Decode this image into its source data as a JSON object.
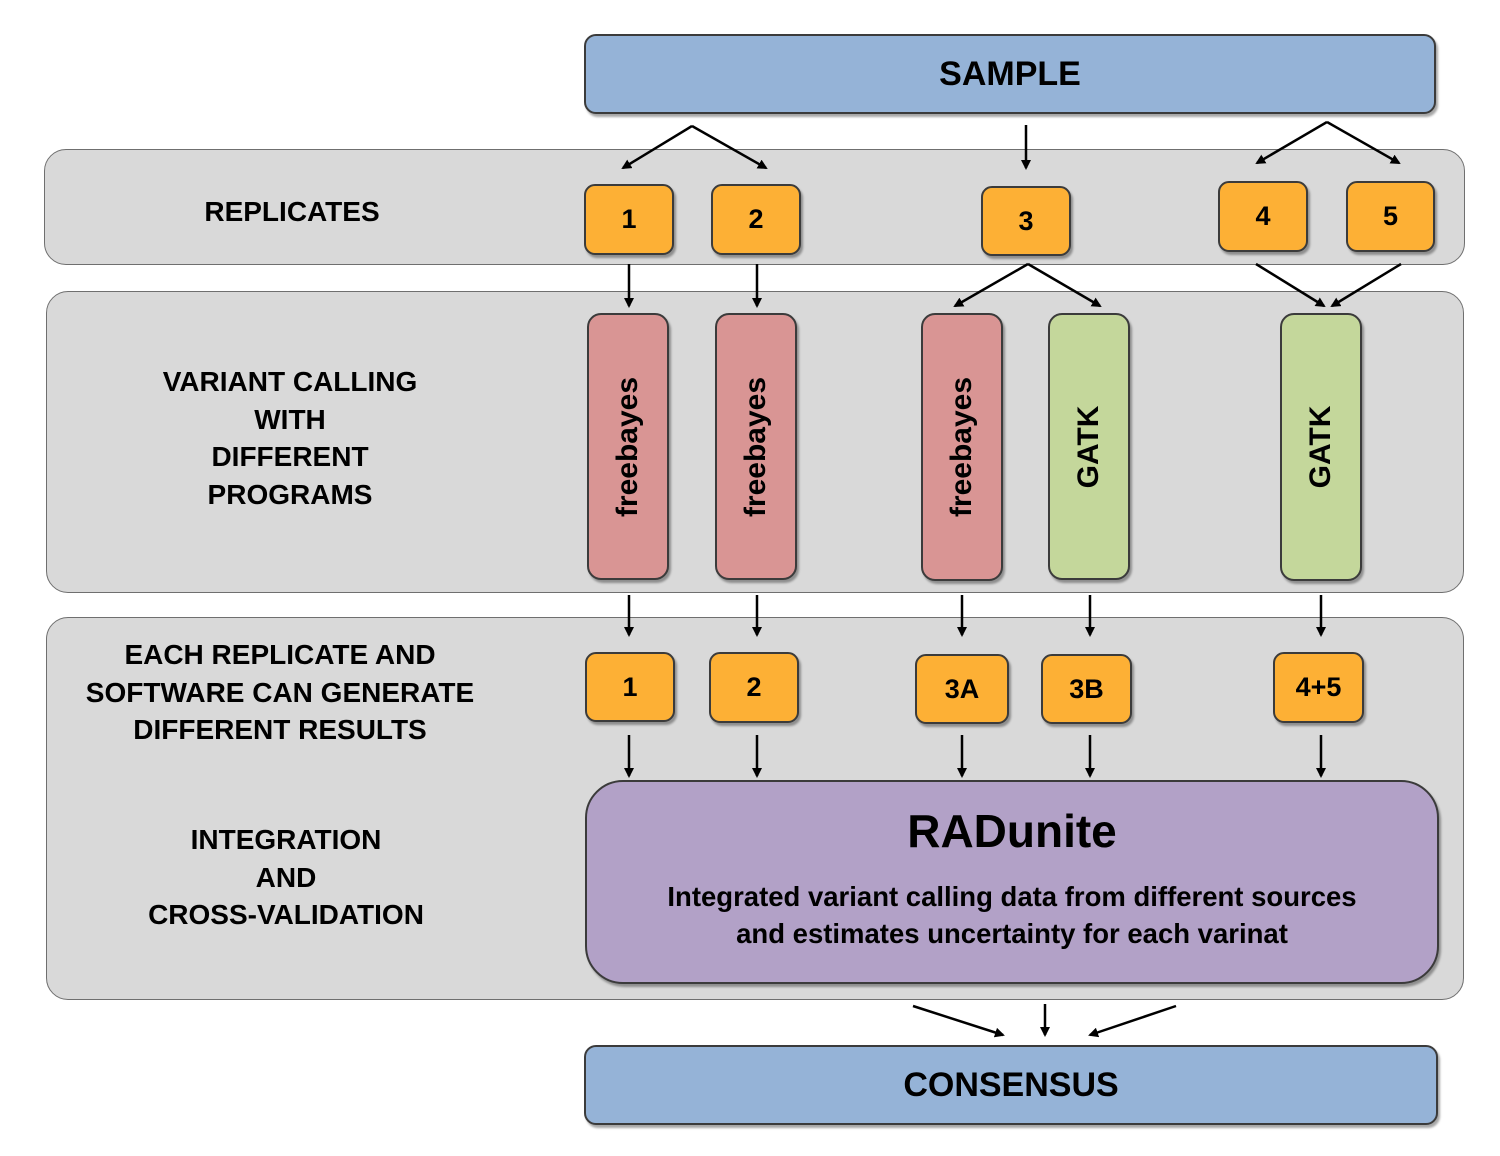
{
  "sample": "SAMPLE",
  "consensus": "CONSENSUS",
  "labels": {
    "replicates": "REPLICATES",
    "variant_calling": "VARIANT CALLING\nWITH\nDIFFERENT\nPROGRAMS",
    "results": "EACH REPLICATE AND\nSOFTWARE CAN GENERATE\nDIFFERENT RESULTS",
    "integration": "INTEGRATION\nAND\nCROSS-VALIDATION"
  },
  "replicates": [
    "1",
    "2",
    "3",
    "4",
    "5"
  ],
  "programs": [
    "freebayes",
    "freebayes",
    "freebayes",
    "GATK",
    "GATK"
  ],
  "results": [
    "1",
    "2",
    "3A",
    "3B",
    "4+5"
  ],
  "radunite": {
    "title": "RADunite",
    "description": "Integrated variant calling data from different sources\nand estimates uncertainty for each varinat"
  },
  "colors": {
    "panel": "#d9d9d9",
    "sample_box": "#95b3d7",
    "replicate_box": "#fdb035",
    "freebayes_box": "#d99594",
    "gatk_box": "#c4d79b",
    "radunite_box": "#b2a1c7"
  }
}
